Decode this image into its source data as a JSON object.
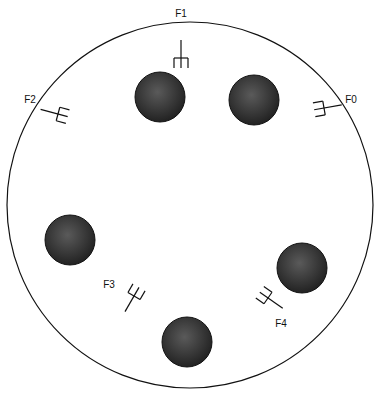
{
  "diagram": {
    "labels": [
      "F1",
      "F2",
      "F0",
      "F3",
      "F4"
    ]
  }
}
